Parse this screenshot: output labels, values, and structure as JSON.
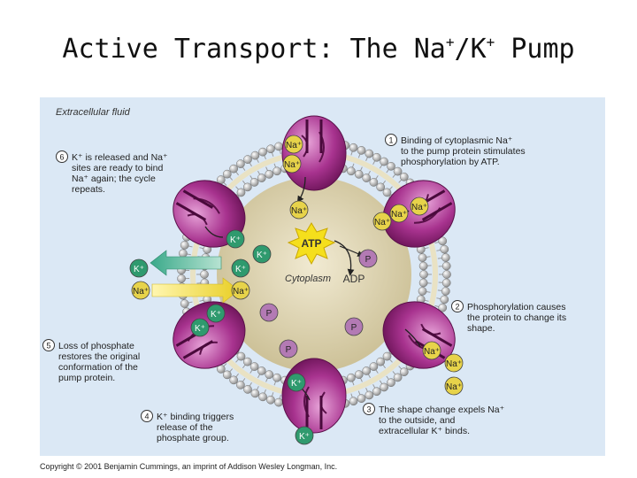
{
  "slide": {
    "title_part1": "Active Transport: The Na",
    "title_sup1": "+",
    "title_part2": "/K",
    "title_sup2": "+",
    "title_part3": " Pump"
  },
  "diagram": {
    "region_extracellular": "Extracellular fluid",
    "region_cytoplasm": "Cytoplasm",
    "ion_na": "Na⁺",
    "ion_k": "K⁺",
    "atp": "ATP",
    "adp": "ADP",
    "phosphate": "P",
    "steps": [
      {
        "num": "1",
        "lines": [
          "Binding of cytoplasmic Na⁺",
          "to the pump protein stimulates",
          "phosphorylation by ATP."
        ]
      },
      {
        "num": "2",
        "lines": [
          "Phosphorylation causes",
          "the protein to change its",
          "shape."
        ]
      },
      {
        "num": "3",
        "lines": [
          "The shape change expels Na⁺",
          "to the outside, and",
          "extracellular K⁺ binds."
        ]
      },
      {
        "num": "4",
        "lines": [
          "K⁺ binding triggers",
          "release of the",
          "phosphate group."
        ]
      },
      {
        "num": "5",
        "lines": [
          "Loss of phosphate",
          "restores the original",
          "conformation of the",
          "pump protein."
        ]
      },
      {
        "num": "6",
        "lines": [
          "K⁺ is released and Na⁺",
          "sites are ready to bind",
          "Na⁺ again; the cycle",
          "repeats."
        ]
      }
    ],
    "colors": {
      "panel": "#dbe8f5",
      "cytoplasm": "#e2d8b8",
      "protein": "#a8338f",
      "na": "#e7d34a",
      "k": "#2f9a6e",
      "phosphate": "#b37ab4",
      "atp": "#f5df1c"
    }
  },
  "copyright": "Copyright © 2001 Benjamin Cummings, an imprint of Addison Wesley Longman, Inc."
}
